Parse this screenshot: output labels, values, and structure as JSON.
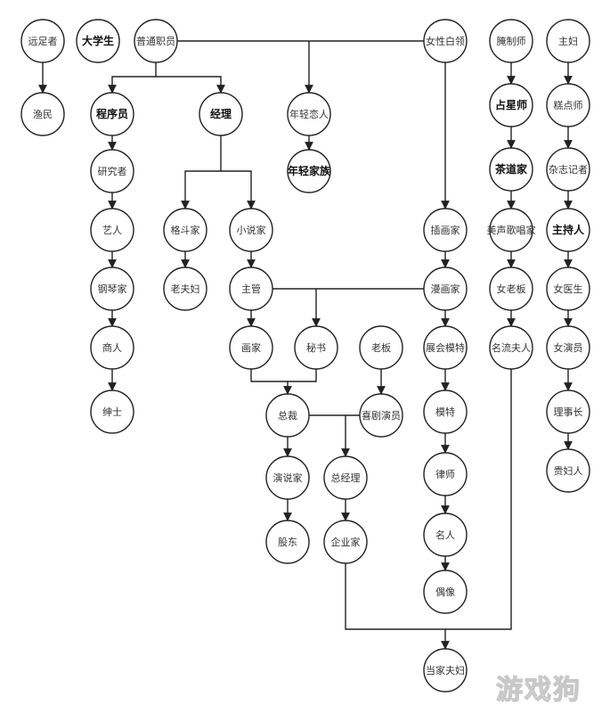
{
  "diagram": {
    "type": "career-tree",
    "nodes": [
      {
        "id": "yuanzuzhe",
        "label": "远足者",
        "bold": false
      },
      {
        "id": "yumin",
        "label": "渔民",
        "bold": false
      },
      {
        "id": "daxuesheng",
        "label": "大学生",
        "bold": true
      },
      {
        "id": "putongzhiyuan",
        "label": "普通职员",
        "bold": false
      },
      {
        "id": "chengxuyuan",
        "label": "程序员",
        "bold": true
      },
      {
        "id": "jingli",
        "label": "经理",
        "bold": true
      },
      {
        "id": "yanjiuzhe",
        "label": "研究者",
        "bold": false
      },
      {
        "id": "yiren",
        "label": "艺人",
        "bold": false
      },
      {
        "id": "gangqinjia",
        "label": "钢琴家",
        "bold": false
      },
      {
        "id": "shangren",
        "label": "商人",
        "bold": false
      },
      {
        "id": "shenshi",
        "label": "绅士",
        "bold": false
      },
      {
        "id": "gedoujia",
        "label": "格斗家",
        "bold": false
      },
      {
        "id": "laofufu",
        "label": "老夫妇",
        "bold": false
      },
      {
        "id": "xiaoshuojia",
        "label": "小说家",
        "bold": false
      },
      {
        "id": "zhuguan",
        "label": "主管",
        "bold": false
      },
      {
        "id": "huajia",
        "label": "画家",
        "bold": false
      },
      {
        "id": "mishu",
        "label": "秘书",
        "bold": false
      },
      {
        "id": "laoban",
        "label": "老板",
        "bold": false
      },
      {
        "id": "zongcai",
        "label": "总裁",
        "bold": false
      },
      {
        "id": "xijuyanyuan",
        "label": "喜剧演员",
        "bold": false
      },
      {
        "id": "yanshuojia",
        "label": "演说家",
        "bold": false
      },
      {
        "id": "zongjingli",
        "label": "总经理",
        "bold": false
      },
      {
        "id": "gudong",
        "label": "股东",
        "bold": false
      },
      {
        "id": "qiyejia",
        "label": "企业家",
        "bold": false
      },
      {
        "id": "nianqinglianren",
        "label": "年轻恋人",
        "bold": false
      },
      {
        "id": "nianqingjiazu",
        "label": "年轻家族",
        "bold": true
      },
      {
        "id": "nvxingbailing",
        "label": "女性白领",
        "bold": false
      },
      {
        "id": "chahuajia",
        "label": "插画家",
        "bold": false
      },
      {
        "id": "manhuajia",
        "label": "漫画家",
        "bold": false
      },
      {
        "id": "zhanhuimote",
        "label": "展会模特",
        "bold": false
      },
      {
        "id": "mote",
        "label": "模特",
        "bold": false
      },
      {
        "id": "lvshi",
        "label": "律师",
        "bold": false
      },
      {
        "id": "mingren",
        "label": "名人",
        "bold": false
      },
      {
        "id": "ouxiang",
        "label": "偶像",
        "bold": false
      },
      {
        "id": "yanzhishi",
        "label": "腌制师",
        "bold": false
      },
      {
        "id": "zhanxingshi",
        "label": "占星师",
        "bold": true
      },
      {
        "id": "chadaojia",
        "label": "茶道家",
        "bold": true
      },
      {
        "id": "meishenggechangjia",
        "label": "美声歌唱家",
        "bold": false
      },
      {
        "id": "nvlaoban",
        "label": "女老板",
        "bold": false
      },
      {
        "id": "mingliufuren",
        "label": "名流夫人",
        "bold": false
      },
      {
        "id": "zhufu",
        "label": "主妇",
        "bold": false
      },
      {
        "id": "gaodianshi",
        "label": "糕点师",
        "bold": false
      },
      {
        "id": "zazhijizhe",
        "label": "杂志记者",
        "bold": false
      },
      {
        "id": "zhuchiren",
        "label": "主持人",
        "bold": true
      },
      {
        "id": "nvyisheng",
        "label": "女医生",
        "bold": false
      },
      {
        "id": "nvyanyuan",
        "label": "女演员",
        "bold": false
      },
      {
        "id": "lishizhang",
        "label": "理事长",
        "bold": false
      },
      {
        "id": "guifuren",
        "label": "贵妇人",
        "bold": false
      },
      {
        "id": "dangjiafufu",
        "label": "当家夫妇",
        "bold": false
      }
    ]
  },
  "watermark": {
    "text": "游戏狗"
  }
}
